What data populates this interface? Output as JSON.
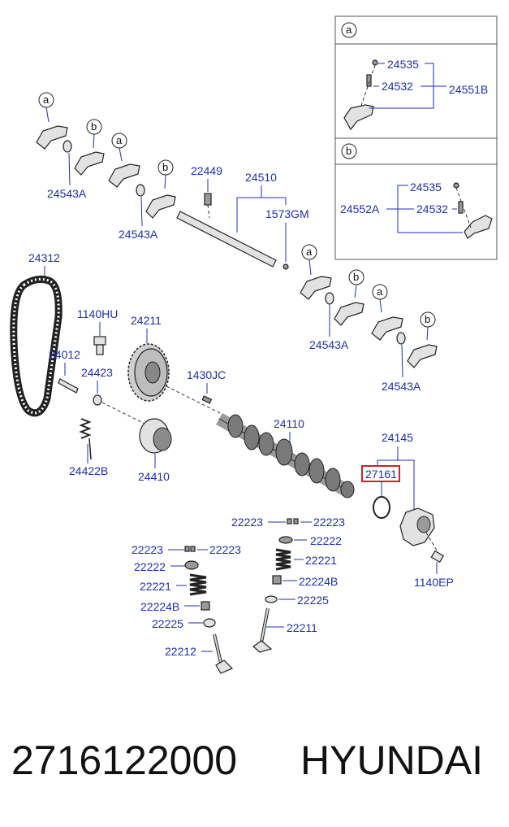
{
  "diagram": {
    "inset_a": {
      "letter": "a",
      "labels": [
        "24535",
        "24532",
        "24551B"
      ]
    },
    "inset_b": {
      "letter": "b",
      "labels": [
        "24535",
        "24552A",
        "24532"
      ]
    },
    "callout_letters": [
      "a",
      "b"
    ],
    "labels": {
      "rocker_washer_1": "24543A",
      "rocker_washer_2": "24543A",
      "rocker_washer_3": "24543A",
      "rocker_washer_4": "24543A",
      "bolt_24449": "22449",
      "shaft": "24510",
      "plug": "1573GM",
      "belt": "24312",
      "bolt_hu": "1140HU",
      "sprocket": "24211",
      "bolt_24012": "24012",
      "washer_24423": "24423",
      "pin": "1430JC",
      "spring": "24422B",
      "tensioner": "24410",
      "camshaft": "24110",
      "housing": "24145",
      "oring_highlighted": "27161",
      "housing_bolt": "1140EP",
      "keeper_l1": "22223",
      "keeper_l2": "22223",
      "keeper_r1": "22223",
      "keeper_r2": "22223",
      "retainer_l": "22222",
      "retainer_r": "22222",
      "valve_spring_l": "22221",
      "valve_spring_r": "22221",
      "seal_l": "22224B",
      "seal_r": "22224B",
      "seat_l": "22225",
      "seat_r": "22225",
      "exhaust_valve": "22212",
      "intake_valve": "22211"
    },
    "highlight_color": "#d0202a",
    "label_color": "#1c2fb0"
  },
  "footer": {
    "part_number": "2716122000",
    "brand": "HYUNDAI"
  }
}
